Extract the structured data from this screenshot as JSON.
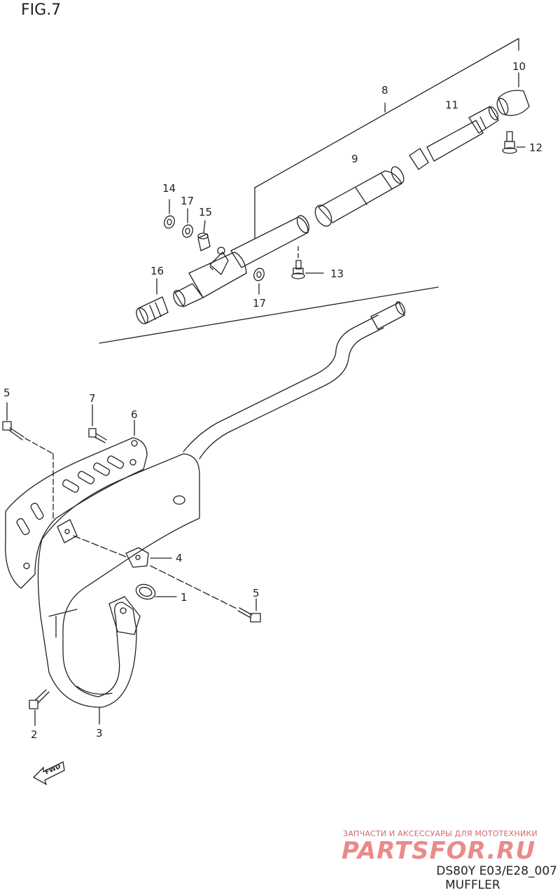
{
  "figure": {
    "title": "FIG.7"
  },
  "callouts": [
    {
      "id": "c1",
      "label": "1"
    },
    {
      "id": "c2",
      "label": "2"
    },
    {
      "id": "c3",
      "label": "3"
    },
    {
      "id": "c4",
      "label": "4"
    },
    {
      "id": "c5a",
      "label": "5"
    },
    {
      "id": "c5b",
      "label": "5"
    },
    {
      "id": "c6",
      "label": "6"
    },
    {
      "id": "c7",
      "label": "7"
    },
    {
      "id": "c8",
      "label": "8"
    },
    {
      "id": "c9",
      "label": "9"
    },
    {
      "id": "c10",
      "label": "10"
    },
    {
      "id": "c11",
      "label": "11"
    },
    {
      "id": "c12",
      "label": "12"
    },
    {
      "id": "c13",
      "label": "13"
    },
    {
      "id": "c14",
      "label": "14"
    },
    {
      "id": "c15",
      "label": "15"
    },
    {
      "id": "c16",
      "label": "16"
    },
    {
      "id": "c17a",
      "label": "17"
    },
    {
      "id": "c17b",
      "label": "17"
    }
  ],
  "fwd_arrow": {
    "label": "FWD"
  },
  "watermark": {
    "subtitle": "ЗАПЧАСТИ И АКСЕССУАРЫ ДЛЯ МОТОТЕХНИКИ",
    "logo": "PARTSFOR.RU"
  },
  "footer": {
    "code": "DS80Y E03/E28_007",
    "name": "MUFFLER"
  },
  "colors": {
    "line": "#222222",
    "watermark": "#e98b8b"
  }
}
